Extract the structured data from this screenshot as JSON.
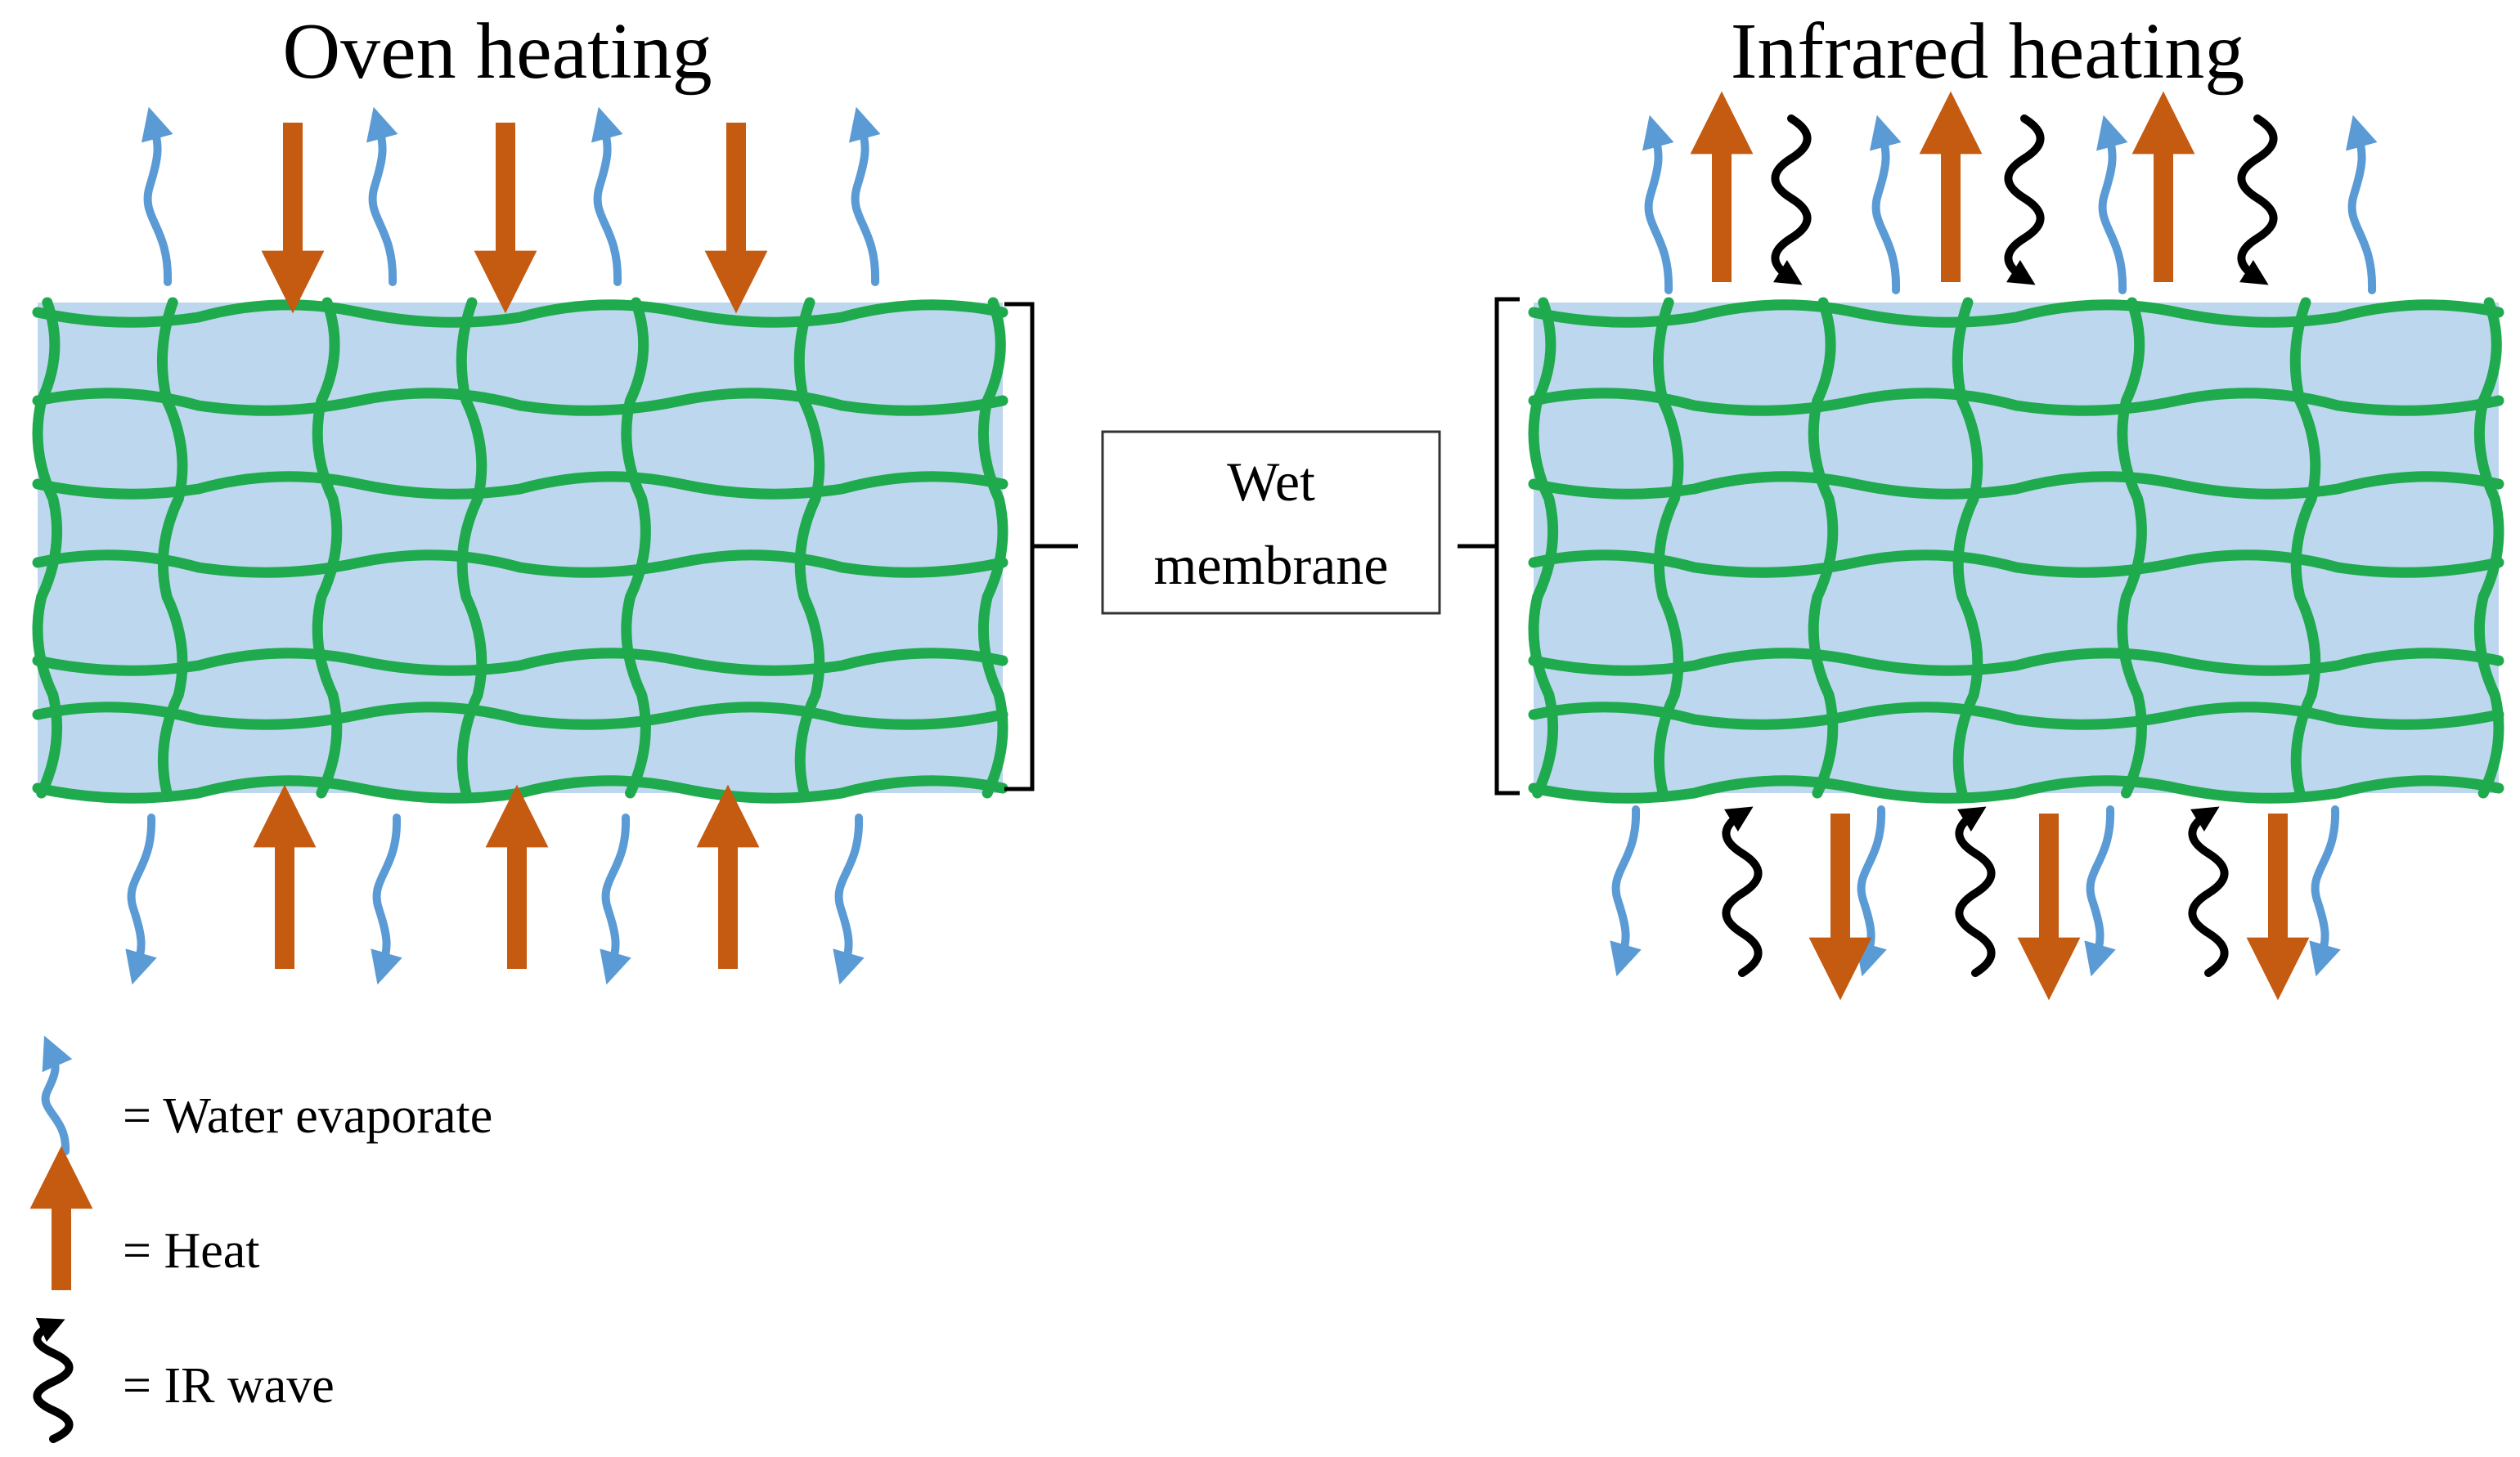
{
  "panels": [
    {
      "id": "oven",
      "title": "Oven heating",
      "heat_direction": "inward",
      "has_ir_waves": false
    },
    {
      "id": "infrared",
      "title": "Infrared heating",
      "heat_direction": "outward",
      "has_ir_waves": true
    }
  ],
  "center_label": {
    "line1": "Wet",
    "line2": "membrane"
  },
  "legend": [
    {
      "key": "water",
      "text": "= Water evaporate"
    },
    {
      "key": "heat",
      "text": "= Heat"
    },
    {
      "key": "ir",
      "text": "= IR wave"
    }
  ],
  "colors": {
    "water": "#5b9bd5",
    "heat": "#c55a11",
    "ir": "#000000",
    "mesh": "#1faa4d",
    "membrane": "#bdd7ee"
  }
}
